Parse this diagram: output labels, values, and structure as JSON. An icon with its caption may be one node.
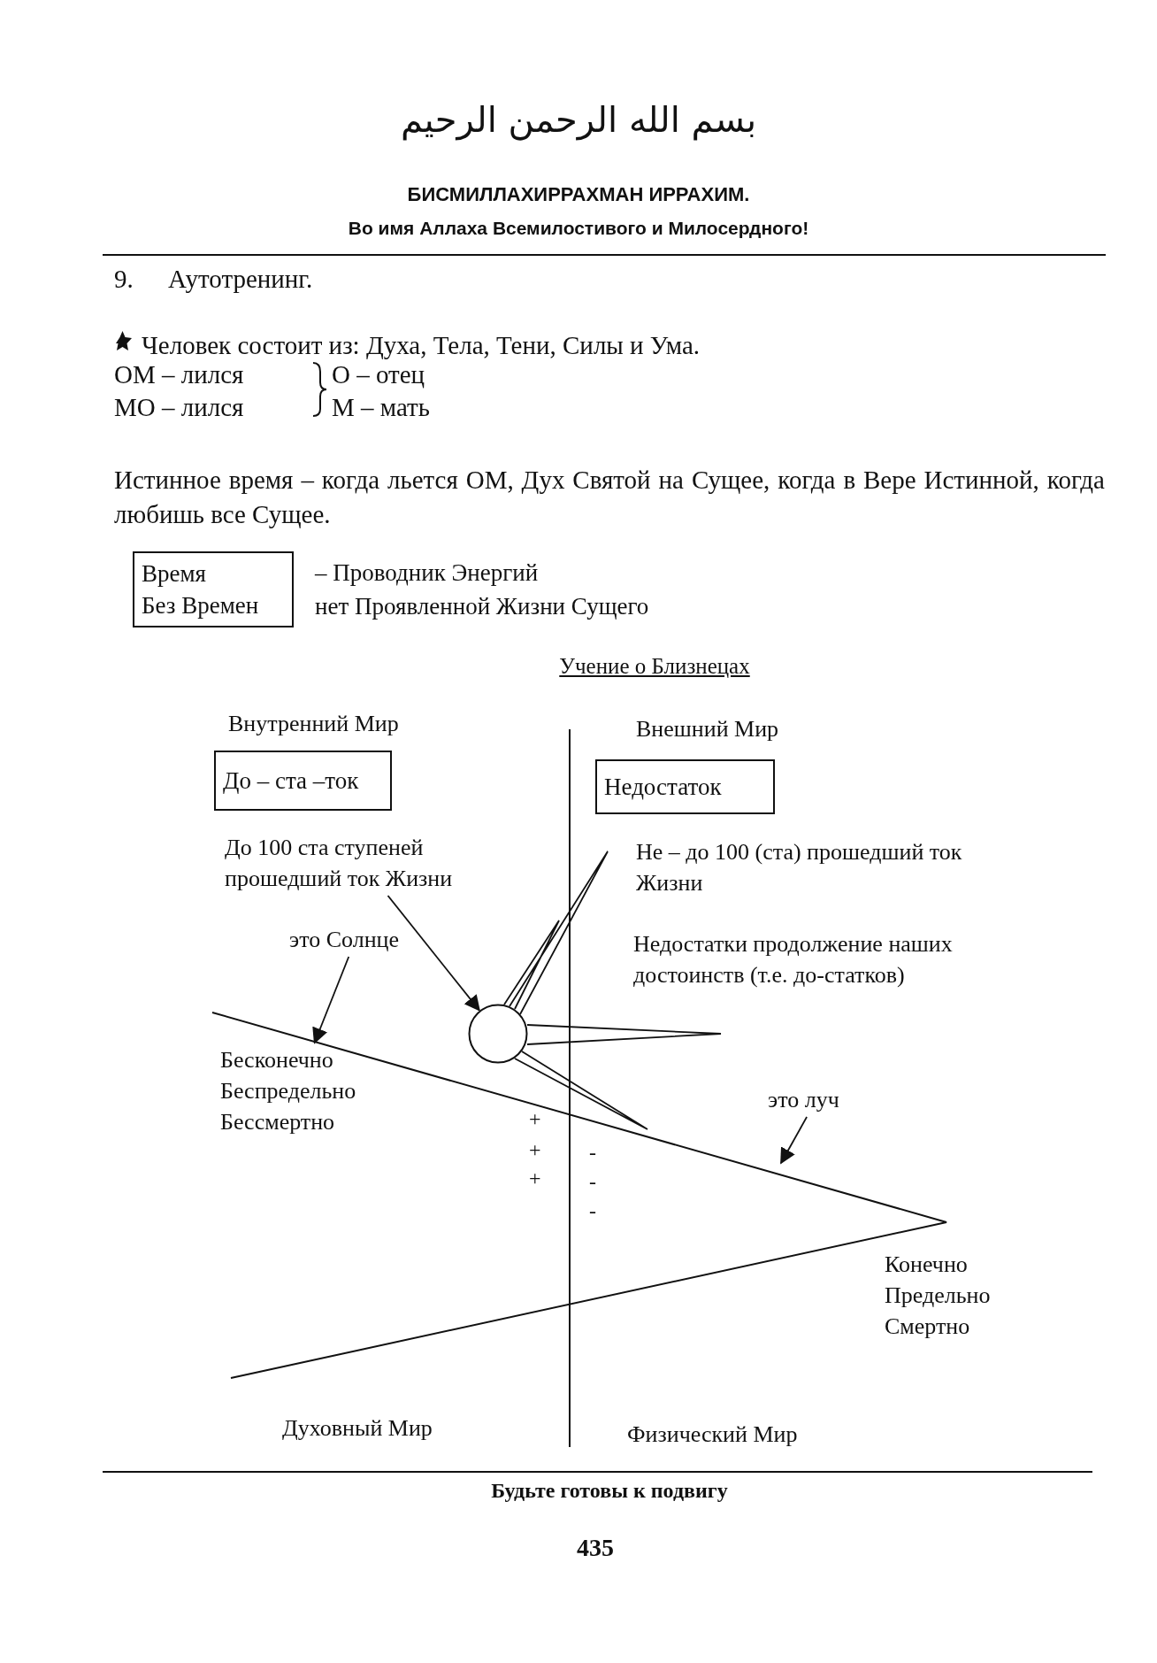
{
  "diagram": {
    "nodes": [
      {
        "text": [
          "Время",
          "Без Времен"
        ],
        "beside": [
          "– Проводник Энергий",
          "нет Проявленной Жизни Сущего"
        ]
      },
      {
        "text": [
          "До – ста –ток"
        ]
      },
      {
        "text": [
          "Недостаток"
        ]
      },
      {
        "text": [
          "До 100 ста ступеней прошедший ток Жизни"
        ]
      },
      {
        "text": [],
        "shape": "circle"
      },
      {
        "text": [
          "это Солнце"
        ]
      },
      {
        "text": [
          "Бесконечно Беспредельно Бессмертно"
        ]
      },
      {
        "text": [
          "это луч"
        ]
      }
    ],
    "edges": [
      {
        "from": 3,
        "to": 4,
        "arrow": "to"
      },
      {
        "from": 5,
        "to": 6,
        "arrow": "to"
      },
      {
        "from": 7,
        "to": null,
        "arrow": "to"
      }
    ],
    "labels": [
      "بسم الله الرحمن الرحيم",
      "БИСМИЛЛАХИРРАХМАН ИРРАХИМ.",
      "Во имя Аллаха Всемилостивого и Милосердного!",
      "9.",
      "Аутотренинг.",
      "Человек состоит из: Духа, Тела, Тени, Силы и Ума.",
      "ОМ – лился",
      "МО – лился",
      "О – отец",
      "М – мать",
      "Истинное время – когда льется ОМ, Дух Святой на Сущее, когда в Вере Истинной, когда любишь все Сущее.",
      "Учение о Близнецах",
      "Внутренний Мир",
      "Внешний Мир",
      "Не – до 100 (ста) прошедший ток Жизни",
      "Недостатки продолжение наших достоинств (т.е. до-статков)",
      "+",
      "+",
      "+",
      "-",
      "-",
      "-",
      "Конечно Предельно Смертно",
      "Духовный Мир",
      "Физический Мир",
      "Будьте готовы к подвигу",
      "435"
    ]
  }
}
